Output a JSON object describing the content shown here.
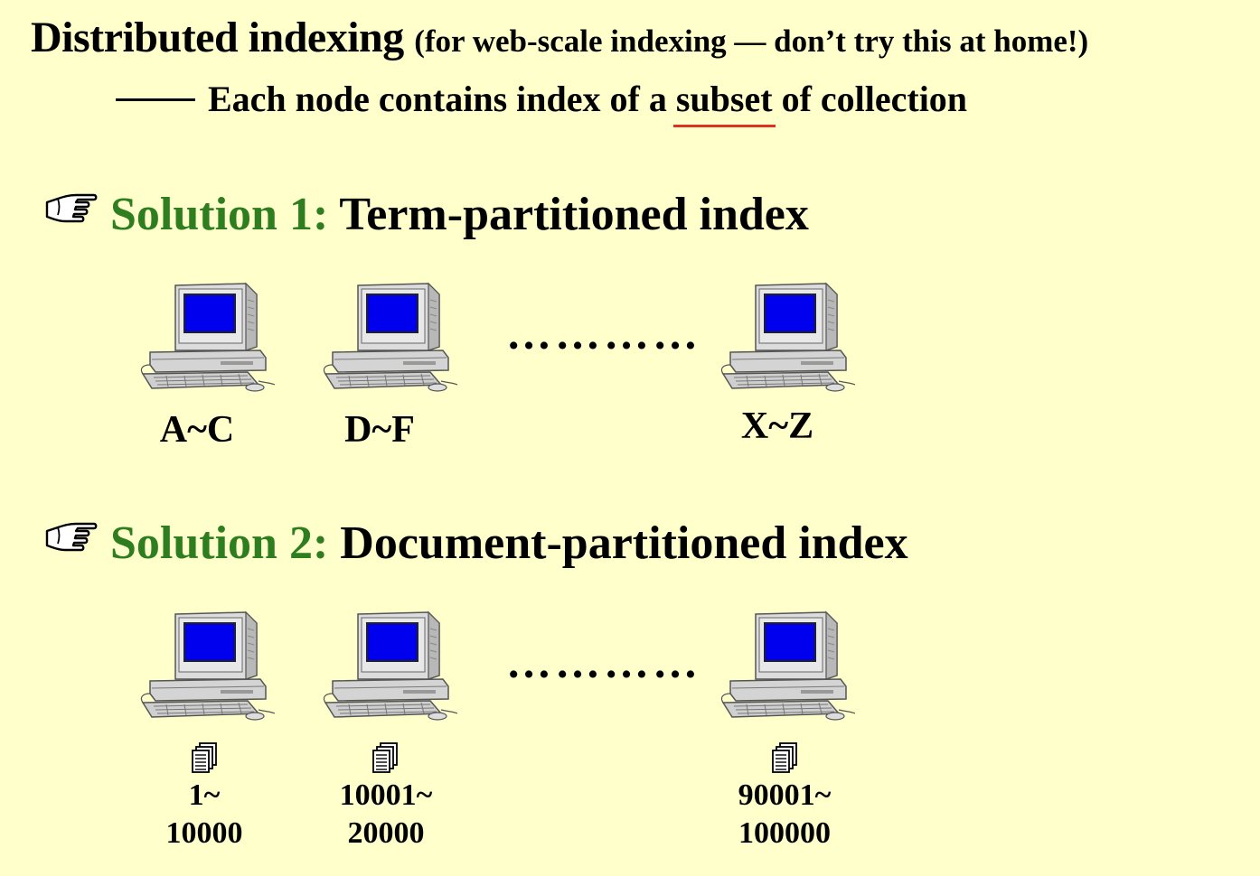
{
  "header": {
    "title": "Distributed indexing",
    "title_note": "(for web-scale indexing — don’t try this at home!)",
    "subtitle_prefix": "Each node contains index of a",
    "subtitle_emph": "subset",
    "subtitle_suffix": "of collection"
  },
  "solution1": {
    "label": "Solution 1:",
    "text": "Term-partitioned index",
    "nodes": [
      "A~C",
      "D~F",
      "X~Z"
    ],
    "ellipsis": "…………"
  },
  "solution2": {
    "label": "Solution 2:",
    "text": "Document-partitioned index",
    "nodes": [
      {
        "line1": "1~",
        "line2": "10000"
      },
      {
        "line1": "10001~",
        "line2": "20000"
      },
      {
        "line1": "90001~",
        "line2": "100000"
      }
    ],
    "ellipsis": "…………"
  },
  "icons": {
    "pointer": "pointing-hand-icon",
    "computer": "desktop-computer-icon",
    "document": "document-stack-icon"
  },
  "colors": {
    "background": "#ffffcc",
    "solution_label": "#2e7d1e",
    "screen": "#0000ee",
    "underline": "#e03020"
  }
}
